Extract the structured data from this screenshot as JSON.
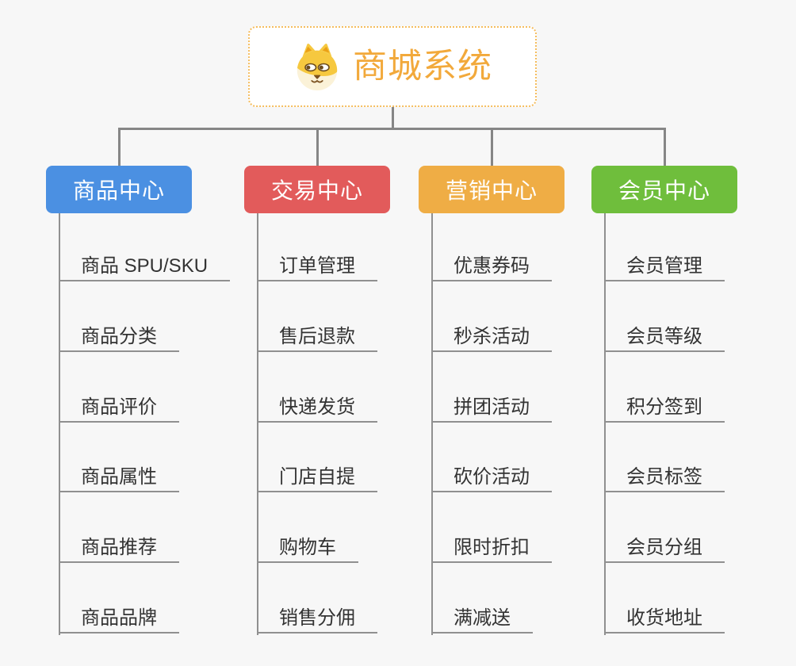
{
  "root": {
    "title": "商城系统",
    "icon": "dog-face-icon"
  },
  "colors": {
    "background": "#F7F7F7",
    "connector": "#868686",
    "leaf_line": "#909090",
    "leaf_text": "#333333",
    "root_accent": "#F2A93B",
    "root_border": "#F5BD5E",
    "header_text": "#FFFFFF"
  },
  "branches": [
    {
      "label": "商品中心",
      "color": "#4B90E2",
      "children": [
        "商品 SPU/SKU",
        "商品分类",
        "商品评价",
        "商品属性",
        "商品推荐",
        "商品品牌"
      ]
    },
    {
      "label": "交易中心",
      "color": "#E25B5B",
      "children": [
        "订单管理",
        "售后退款",
        "快递发货",
        "门店自提",
        "购物车",
        "销售分佣"
      ]
    },
    {
      "label": "营销中心",
      "color": "#EFAD45",
      "children": [
        "优惠券码",
        "秒杀活动",
        "拼团活动",
        "砍价活动",
        "限时折扣",
        "满减送"
      ]
    },
    {
      "label": "会员中心",
      "color": "#6FBE3C",
      "children": [
        "会员管理",
        "会员等级",
        "积分签到",
        "会员标签",
        "会员分组",
        "收货地址"
      ]
    }
  ]
}
